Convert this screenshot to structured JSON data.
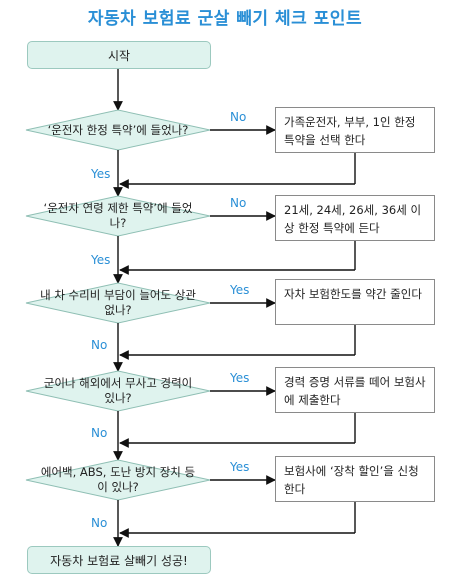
{
  "title": "자동차 보험료 군살 빼기 체크 포인트",
  "start": "시작",
  "end": "자동차 보험료 살빼기 성공!",
  "steps": [
    {
      "question": "‘운전자 한정 특약’에 들었나?",
      "branch_label": "No",
      "continue_label": "Yes",
      "action": "가족운전자, 부부, 1인 한정 특약을 선택 한다"
    },
    {
      "question": "‘운전자 연령 제한 특약’에 들었나?",
      "branch_label": "No",
      "continue_label": "Yes",
      "action": "21세, 24세, 26세, 36세 이상 한정 특약에 든다"
    },
    {
      "question": "내 차 수리비 부담이 늘어도 상관없나?",
      "branch_label": "Yes",
      "continue_label": "No",
      "action": "자차 보험한도를 약간 줄인다"
    },
    {
      "question": "군이나 해외에서 무사고 경력이 있나?",
      "branch_label": "Yes",
      "continue_label": "No",
      "action": "경력 증명 서류를 떼어 보험사에 제출한다"
    },
    {
      "question": "에어백, ABS, 도난 방지 장치 등이 있나?",
      "branch_label": "Yes",
      "continue_label": "No",
      "action": "보험사에 ‘장착 할인’을 신청한다"
    }
  ],
  "colors": {
    "terminal_fill": "#dff3ee",
    "decision_fill": "#dff3ee",
    "label": "#2a8fd6",
    "title": "#2a8fd6"
  }
}
